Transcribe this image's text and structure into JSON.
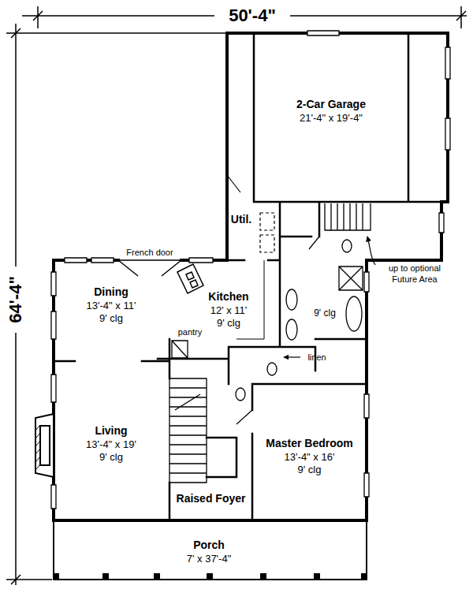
{
  "diagram": {
    "nodes": [
      {
        "text": [
          "2-Car Garage",
          "21'-4\" x 19'-4\""
        ]
      },
      {
        "text": [
          "Util."
        ]
      },
      {
        "text": [
          "Dining",
          "13'-4\" x 11'",
          "9' clg"
        ]
      },
      {
        "text": [
          "Kitchen",
          "12' x 11'",
          "9' clg"
        ]
      },
      {
        "text": [
          "Living",
          "13'-4\" x 19'",
          "9' clg"
        ]
      },
      {
        "text": [
          "Master Bedroom",
          "13'-4\" x 16'",
          "9' clg"
        ]
      },
      {
        "text": [
          "Raised Foyer"
        ]
      },
      {
        "text": [
          "Porch",
          "7' x 37'-4\""
        ]
      }
    ],
    "labels": [
      "50'-4\"",
      "64'-4\"",
      "French door",
      "9' clg",
      "pantry",
      "linen",
      "up to optional Future Area"
    ]
  }
}
